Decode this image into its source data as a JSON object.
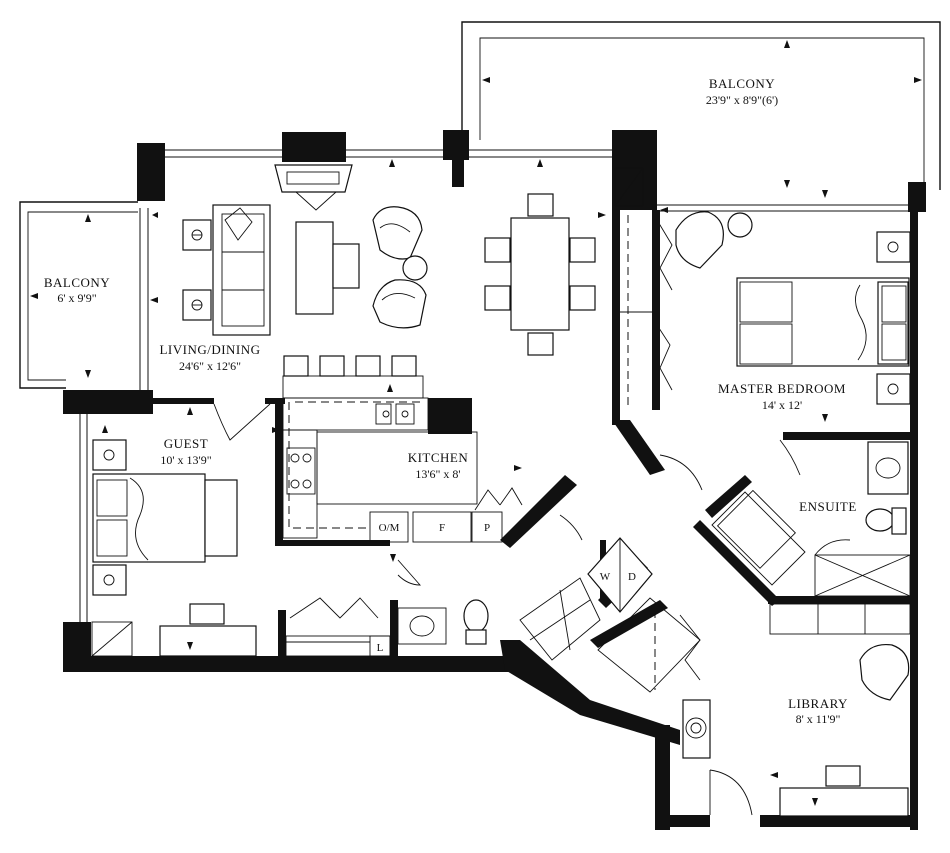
{
  "rooms": {
    "balcony_top": {
      "name": "BALCONY",
      "dims": "23'9\" x 8'9\"(6')"
    },
    "balcony_left": {
      "name": "BALCONY",
      "dims": "6' x 9'9\""
    },
    "living": {
      "name": "LIVING/DINING",
      "dims": "24'6\" x 12'6\""
    },
    "master": {
      "name": "MASTER BEDROOM",
      "dims": "14' x 12'"
    },
    "guest": {
      "name": "GUEST",
      "dims": "10' x 13'9\""
    },
    "kitchen": {
      "name": "KITCHEN",
      "dims": "13'6\" x 8'"
    },
    "ensuite": {
      "name": "ENSUITE",
      "dims": ""
    },
    "library": {
      "name": "LIBRARY",
      "dims": "8' x 11'9\""
    }
  },
  "fixtures": {
    "oven_micro": "O/M",
    "fridge": "F",
    "pantry": "P",
    "washer": "W",
    "dryer": "D",
    "linen": "L"
  },
  "colors": {
    "wall": "#111111",
    "background": "#ffffff"
  }
}
